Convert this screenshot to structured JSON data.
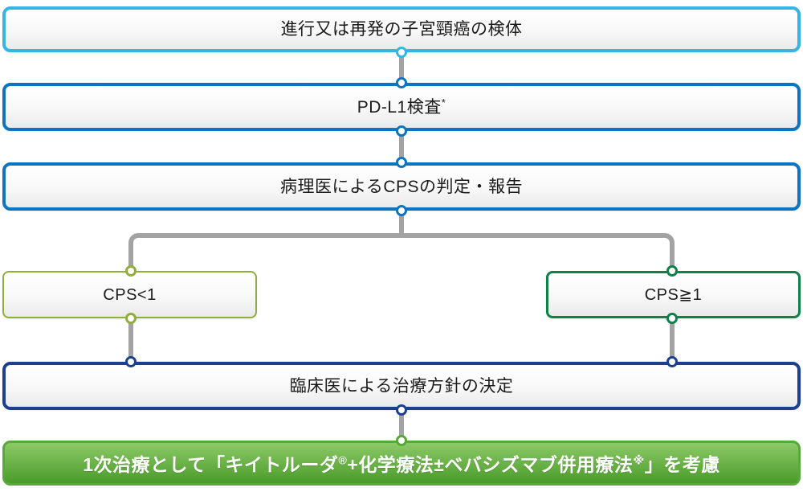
{
  "colors": {
    "cyan": "#35b5e5",
    "blue": "#0d74c0",
    "navy": "#1c3f90",
    "olive": "#8fae3c",
    "green": "#0e8148",
    "grass": "#58a93a",
    "grass-light": "#8dc968",
    "grass-dark": "#4a9c2a",
    "line-gray": "#a3a3a3",
    "text-dark": "#1b1b1b"
  },
  "flow": {
    "specimen": {
      "label": "進行又は再発の子宮頸癌の検体"
    },
    "pdl1_test": {
      "label": "PD-L1検査",
      "sup": "*"
    },
    "cps_assessment": {
      "label": "病理医によるCPSの判定・報告"
    },
    "cps_low": {
      "label": "CPS<1"
    },
    "cps_high": {
      "label": "CPS≧1"
    },
    "treatment_decision": {
      "label": "臨床医による治療方針の決定"
    },
    "first_line": {
      "part1": "1次治療として「キイトルーダ",
      "sup1": "®",
      "part2": "+化学療法±ベバシズマブ併用療法",
      "sup2": "※",
      "part3": "」を考慮"
    }
  }
}
